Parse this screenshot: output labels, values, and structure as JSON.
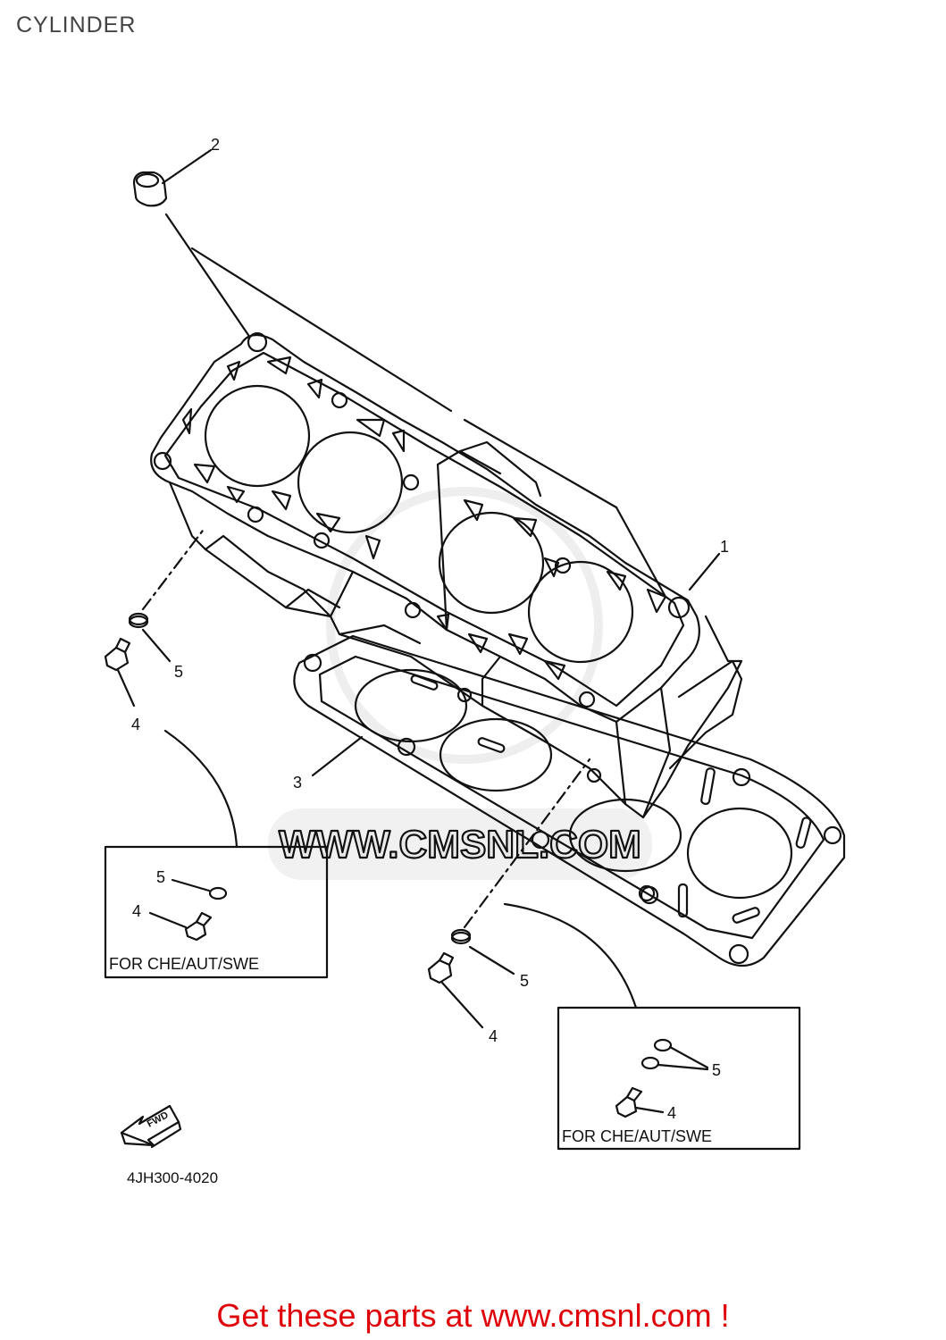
{
  "title": "CYLINDER",
  "diagram_code": "4JH300-4020",
  "watermark": "WWW.CMSNL.COM",
  "fwd_label": "FWD",
  "callouts": {
    "c1": "1",
    "c2": "2",
    "c3": "3",
    "c4a": "4",
    "c5a": "5",
    "c4b": "4",
    "c5b": "5",
    "box1_c5": "5",
    "box1_c4": "4",
    "box2_c5": "5",
    "box2_c4": "4"
  },
  "inset_boxes": {
    "left_label": "FOR CHE/AUT/SWE",
    "right_label": "FOR CHE/AUT/SWE"
  },
  "footer": "Get these parts at www.cmsnl.com !",
  "colors": {
    "footer": "#e0000a",
    "line": "#111111",
    "watermark": "#e9e9e9"
  }
}
